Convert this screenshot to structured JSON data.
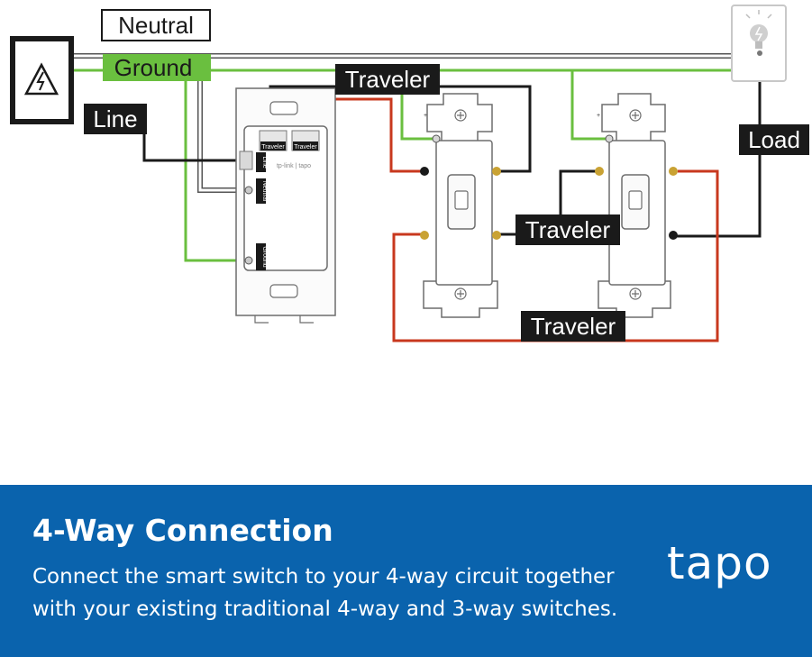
{
  "diagram": {
    "labels": {
      "neutral": "Neutral",
      "ground": "Ground",
      "line": "Line",
      "traveler_top": "Traveler",
      "traveler_middle": "Traveler",
      "traveler_bottom": "Traveler",
      "load": "Load"
    },
    "smart_switch": {
      "terminal_traveler_1": "Traveler",
      "terminal_traveler_2": "Traveler",
      "terminal_line": "Line",
      "terminal_neutral": "Neutral",
      "terminal_ground": "Ground",
      "brand_mark": "tp-link | tapo"
    },
    "terminal_marks": {
      "switch1_ground": "+",
      "switch2_ground": "+"
    },
    "icons": [
      "panel-icon",
      "light-bulb-icon"
    ],
    "wire_colors": {
      "neutral": "#ffffff",
      "ground": "#6abf3f",
      "hot": "#1a1a1a",
      "traveler_red": "#c8381e"
    }
  },
  "footer": {
    "title": "4-Way Connection",
    "description": "Connect the smart switch to your 4-way circuit together with your existing traditional 4-way and 3-way switches.",
    "logo": "tapo",
    "background": "#0a63ad"
  }
}
